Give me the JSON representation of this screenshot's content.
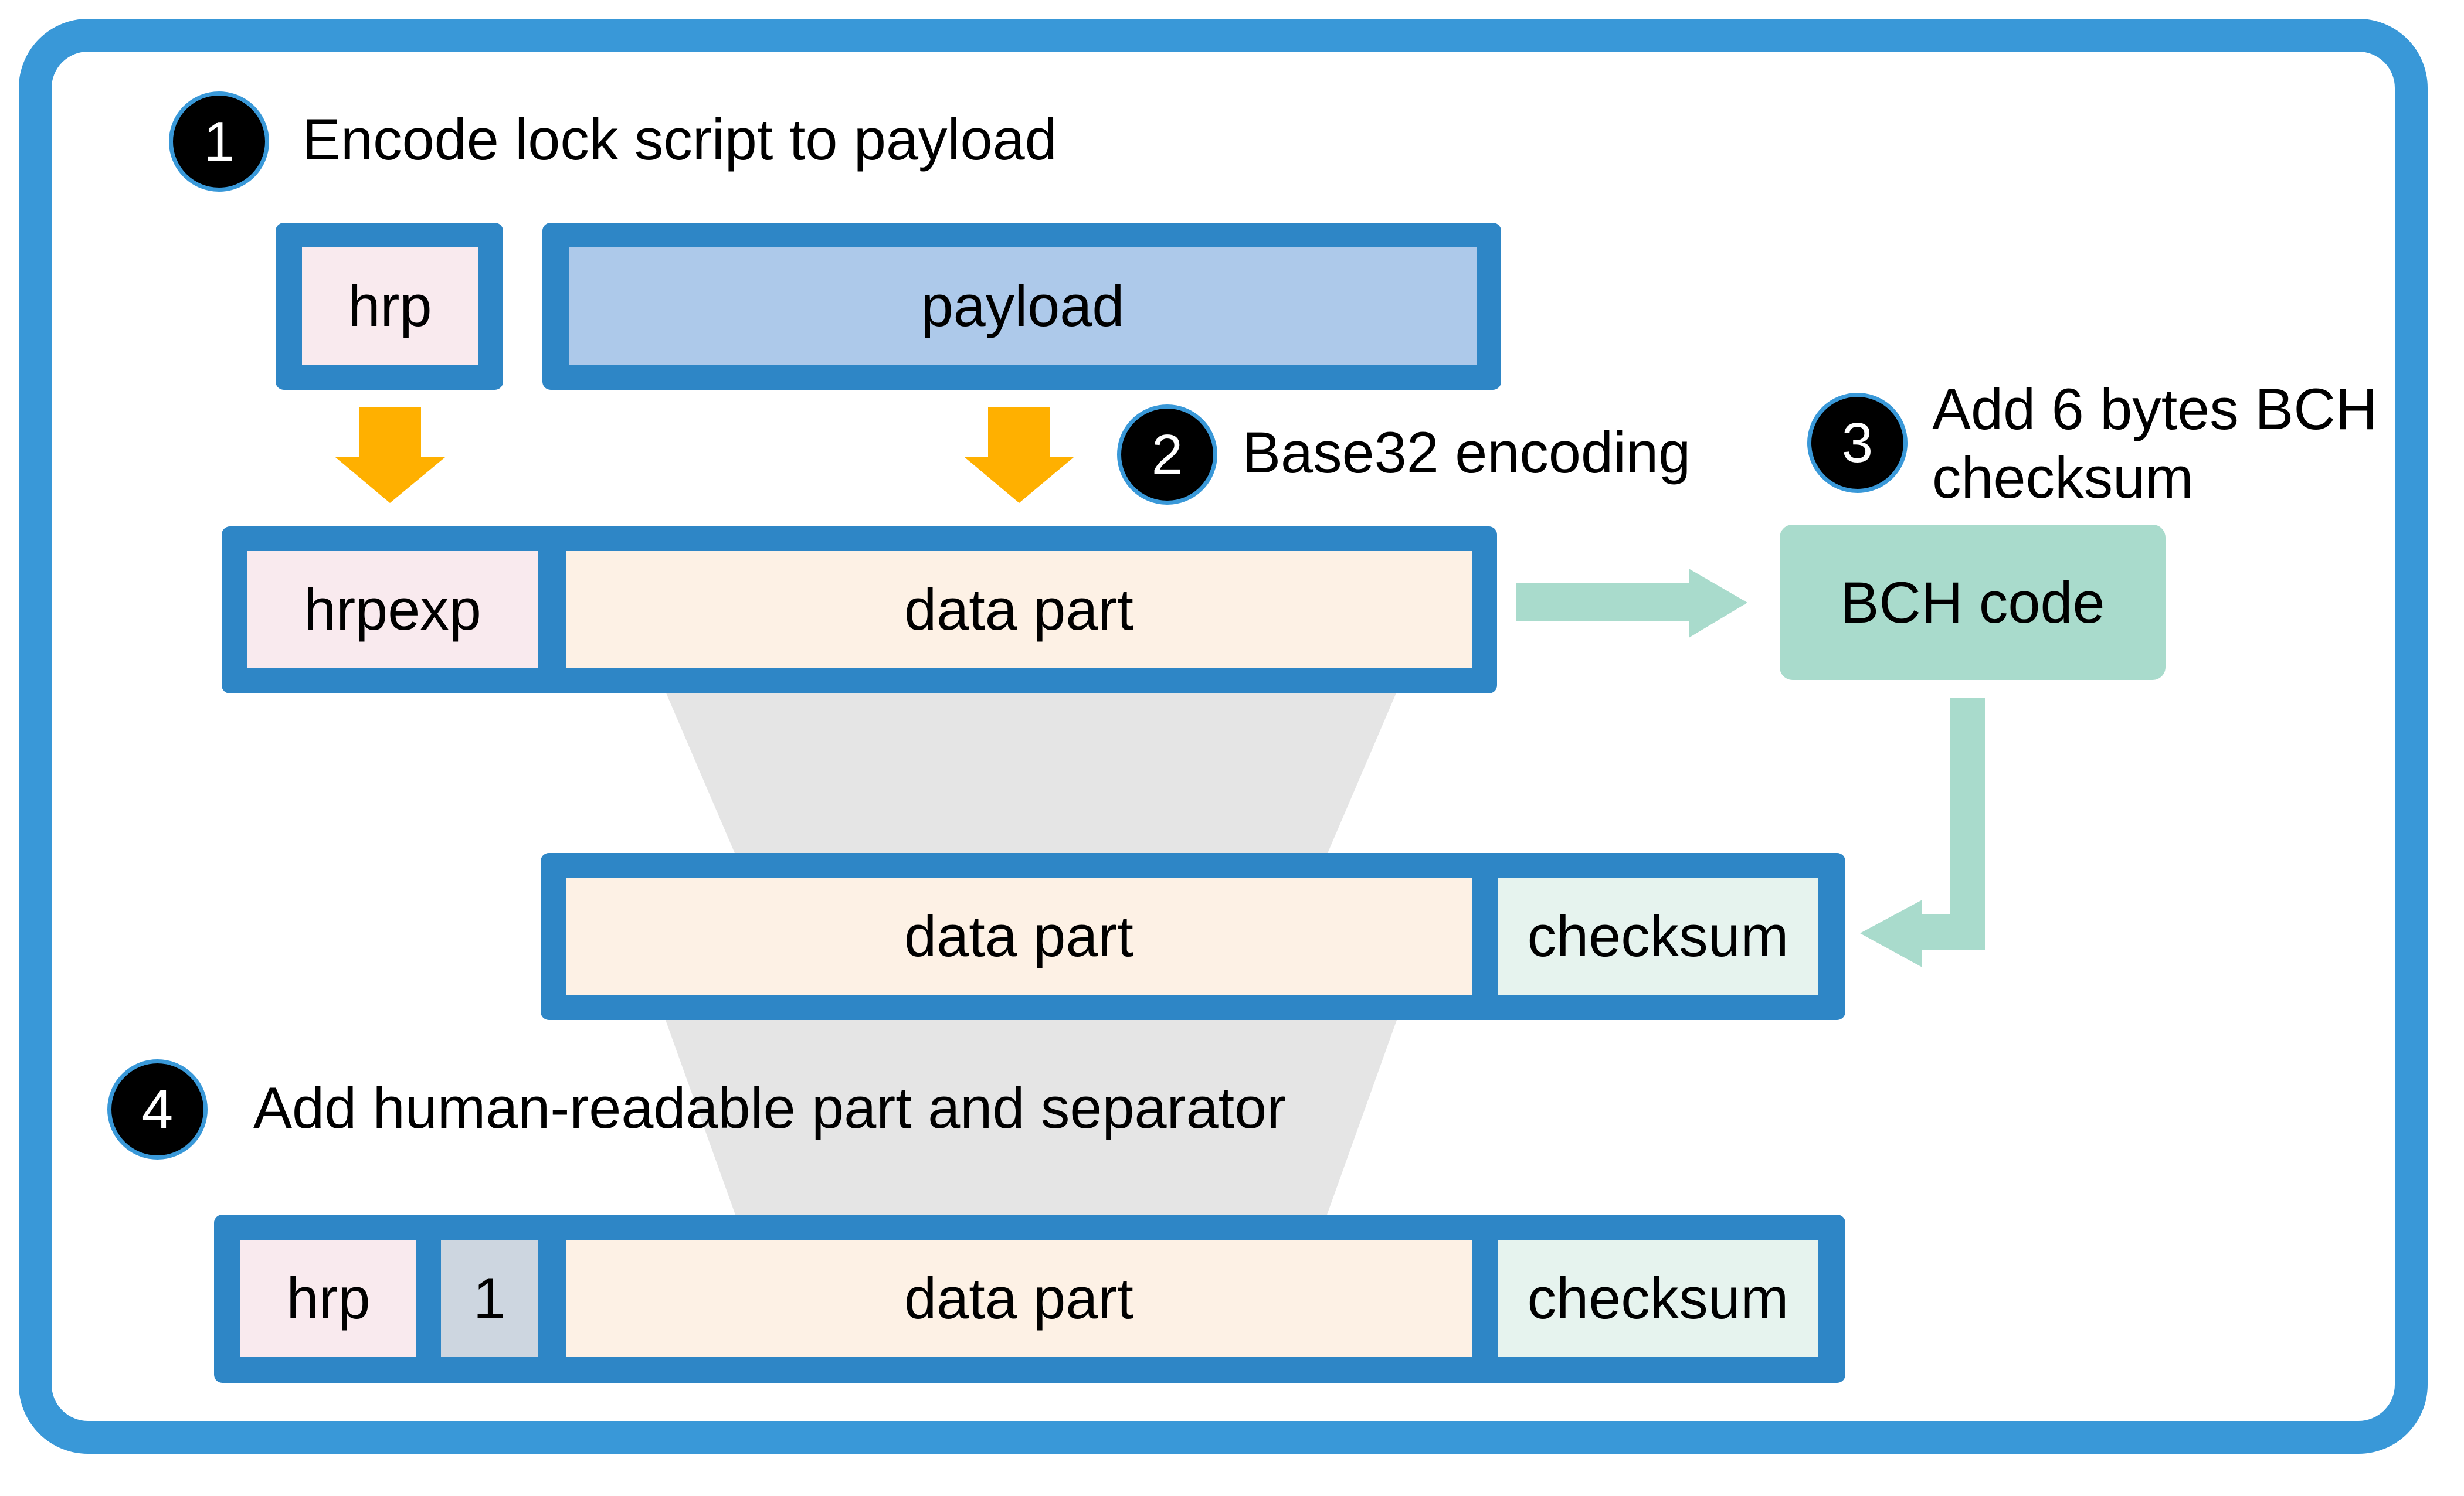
{
  "steps": [
    {
      "number": "1",
      "label": "Encode lock script to payload"
    },
    {
      "number": "2",
      "label": "Base32 encoding"
    },
    {
      "number": "3",
      "label_line1": "Add 6 bytes BCH",
      "label_line2": "checksum"
    },
    {
      "number": "4",
      "label": "Add human-readable part and separator"
    }
  ],
  "row1": {
    "hrp": "hrp",
    "payload": "payload"
  },
  "row2": {
    "hrpexp": "hrpexp",
    "data": "data part"
  },
  "bch": {
    "label": "BCH code"
  },
  "row3": {
    "data": "data part",
    "checksum": "checksum"
  },
  "row4": {
    "hrp": "hrp",
    "separator": "1",
    "data": "data part",
    "checksum": "checksum"
  },
  "colors": {
    "frame": "#3998d8",
    "bar": "#2e86c6",
    "hrp_fill": "#f9eaee",
    "payload_fill": "#adc9ea",
    "data_fill": "#fdf1e5",
    "checksum_fill": "#e6f3ee",
    "separator_fill": "#cdd6e0",
    "bch_fill": "#a9dbcc",
    "arrow_orange": "#ffb000",
    "arrow_teal": "#a9dbcc",
    "funnel_gray": "#e5e5e5"
  }
}
